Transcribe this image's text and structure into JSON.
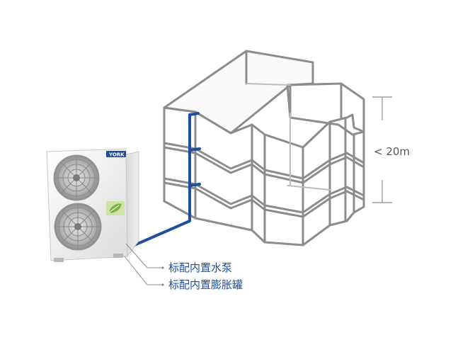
{
  "height_label": "< 20m",
  "callouts": [
    {
      "text": "标配内置水泵"
    },
    {
      "text": "标配内置膨胀罐"
    }
  ],
  "outdoor_unit": {
    "brand": "YORK"
  },
  "colors": {
    "pipe": "#1f4e9c",
    "outline": "#8c8c8c",
    "label_text": "#1f4e9c",
    "dimension_text": "#555555"
  }
}
